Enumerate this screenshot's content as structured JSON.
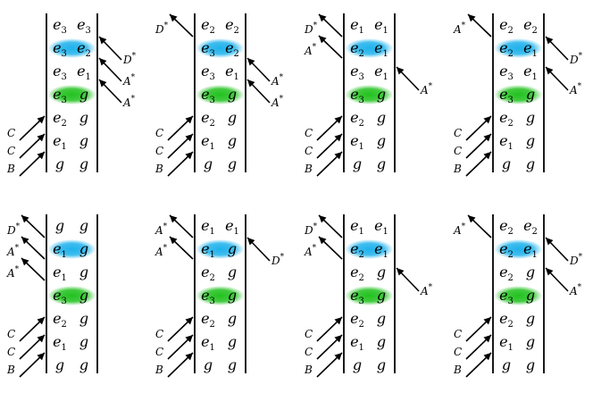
{
  "colors": {
    "blue_highlight": "#1fb2ec",
    "green_highlight": "#22c21f",
    "line": "#000000"
  },
  "labels": {
    "C": "C",
    "B": "B",
    "A": "A",
    "D": "D",
    "star": "*"
  },
  "panels": [
    {
      "id": "p1",
      "rows": [
        [
          "e3",
          "e3"
        ],
        [
          "e3",
          "e2"
        ],
        [
          "e3",
          "e1"
        ],
        [
          "e3",
          "g"
        ],
        [
          "e2",
          "g"
        ],
        [
          "e1",
          "g"
        ],
        [
          "g",
          "g"
        ]
      ],
      "highlights": {
        "1": "blue",
        "3": "green"
      },
      "left_out": [],
      "right_in": [
        "D*",
        "A*",
        "A*"
      ],
      "left_in": [
        "C",
        "C",
        "B"
      ]
    },
    {
      "id": "p2",
      "rows": [
        [
          "e2",
          "e2"
        ],
        [
          "e3",
          "e2"
        ],
        [
          "e3",
          "e1"
        ],
        [
          "e3",
          "g"
        ],
        [
          "e2",
          "g"
        ],
        [
          "e1",
          "g"
        ],
        [
          "g",
          "g"
        ]
      ],
      "highlights": {
        "1": "blue",
        "3": "green"
      },
      "left_out": [
        "D*"
      ],
      "right_in": [
        "A*",
        "A*"
      ],
      "left_in": [
        "C",
        "C",
        "B"
      ]
    },
    {
      "id": "p3",
      "rows": [
        [
          "e1",
          "e1"
        ],
        [
          "e2",
          "e1"
        ],
        [
          "e3",
          "e1"
        ],
        [
          "e3",
          "g"
        ],
        [
          "e2",
          "g"
        ],
        [
          "e1",
          "g"
        ],
        [
          "g",
          "g"
        ]
      ],
      "highlights": {
        "1": "blue",
        "3": "green"
      },
      "left_out": [
        "D*",
        "A*"
      ],
      "right_in": [
        "A*"
      ],
      "left_in": [
        "C",
        "C",
        "B"
      ]
    },
    {
      "id": "p4",
      "rows": [
        [
          "e2",
          "e2"
        ],
        [
          "e2",
          "e1"
        ],
        [
          "e3",
          "e1"
        ],
        [
          "e3",
          "g"
        ],
        [
          "e2",
          "g"
        ],
        [
          "e1",
          "g"
        ],
        [
          "g",
          "g"
        ]
      ],
      "highlights": {
        "1": "blue",
        "3": "green"
      },
      "left_out": [
        "A*"
      ],
      "right_in": [
        "D*",
        "A*"
      ],
      "left_in": [
        "C",
        "C",
        "B"
      ]
    },
    {
      "id": "p5",
      "rows": [
        [
          "g",
          "g"
        ],
        [
          "e1",
          "g"
        ],
        [
          "e1",
          "g"
        ],
        [
          "e3",
          "g"
        ],
        [
          "e2",
          "g"
        ],
        [
          "e1",
          "g"
        ],
        [
          "g",
          "g"
        ]
      ],
      "highlights": {
        "1": "blue",
        "3": "green"
      },
      "left_out": [
        "D*",
        "A*",
        "A*"
      ],
      "right_in": [],
      "left_in": [
        "C",
        "C",
        "B"
      ]
    },
    {
      "id": "p6",
      "rows": [
        [
          "e1",
          "e1"
        ],
        [
          "e1",
          "g"
        ],
        [
          "e2",
          "g"
        ],
        [
          "e3",
          "g"
        ],
        [
          "e2",
          "g"
        ],
        [
          "e1",
          "g"
        ],
        [
          "g",
          "g"
        ]
      ],
      "highlights": {
        "1": "blue",
        "3": "green"
      },
      "left_out": [
        "A*",
        "A*"
      ],
      "right_in": [
        "D*"
      ],
      "left_in": [
        "C",
        "C",
        "B"
      ]
    },
    {
      "id": "p7",
      "rows": [
        [
          "e1",
          "e1"
        ],
        [
          "e2",
          "e1"
        ],
        [
          "e2",
          "g"
        ],
        [
          "e3",
          "g"
        ],
        [
          "e2",
          "g"
        ],
        [
          "e1",
          "g"
        ],
        [
          "g",
          "g"
        ]
      ],
      "highlights": {
        "1": "blue",
        "3": "green"
      },
      "left_out": [
        "D*",
        "A*"
      ],
      "right_in": [
        "A*"
      ],
      "left_in": [
        "C",
        "C",
        "B"
      ]
    },
    {
      "id": "p8",
      "rows": [
        [
          "e2",
          "e2"
        ],
        [
          "e2",
          "e1"
        ],
        [
          "e2",
          "g"
        ],
        [
          "e3",
          "g"
        ],
        [
          "e2",
          "g"
        ],
        [
          "e1",
          "g"
        ],
        [
          "g",
          "g"
        ]
      ],
      "highlights": {
        "1": "blue",
        "3": "green"
      },
      "left_out": [
        "A*"
      ],
      "right_in": [
        "D*",
        "A*"
      ],
      "left_in": [
        "C",
        "C",
        "B"
      ]
    }
  ]
}
